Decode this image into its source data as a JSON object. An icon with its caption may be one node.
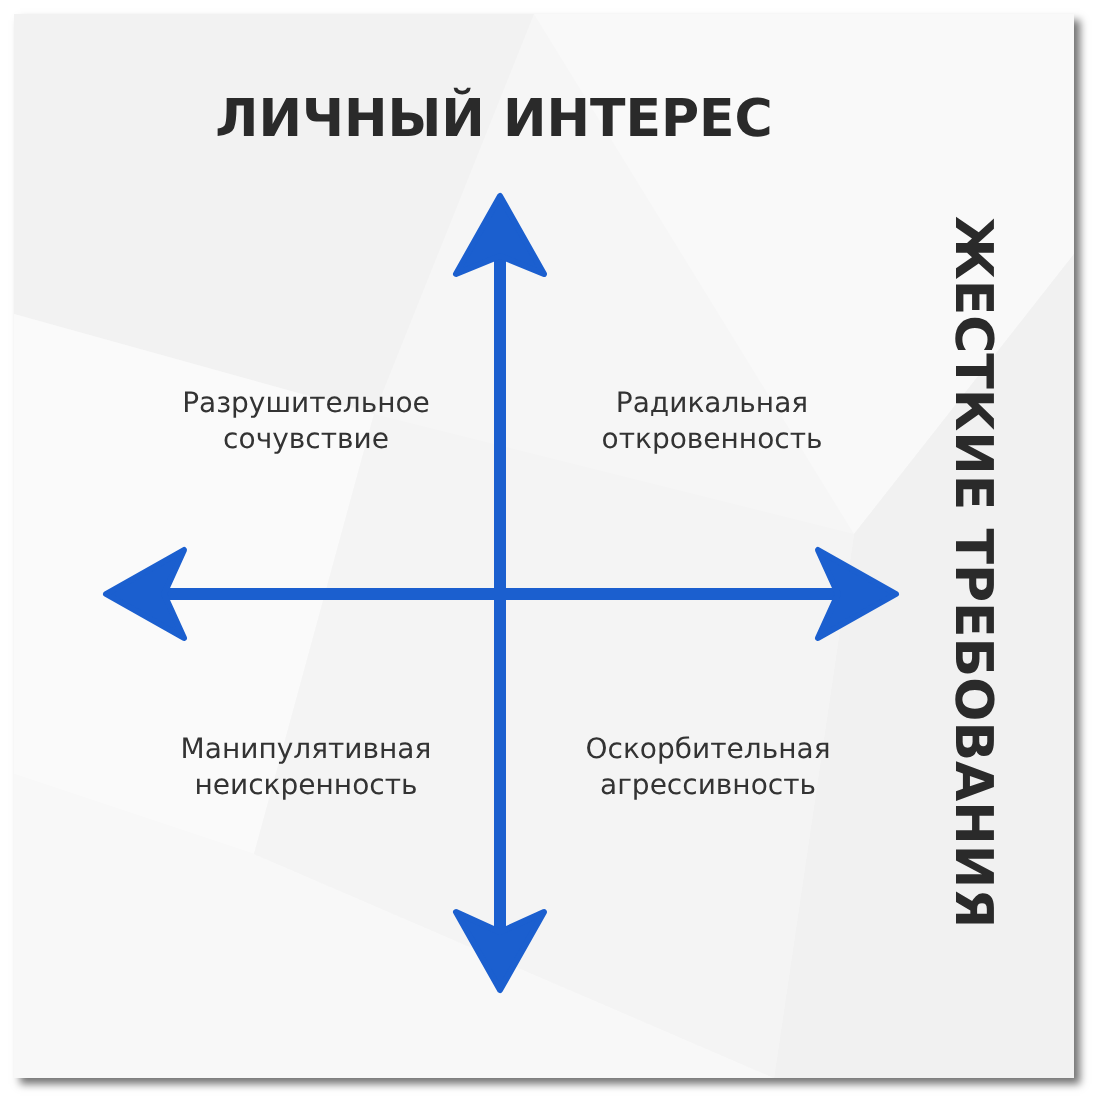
{
  "diagram": {
    "labels": [
      "ЛИЧНЫЙ ИНТЕРЕС",
      "ЖЕСТКИЕ ТРЕБОВАНИЯ",
      "Разрушительное сочувствие",
      "Радикальная откровенность",
      "Манипулятивная неискренность",
      "Оскорбительная агрессивность"
    ]
  }
}
